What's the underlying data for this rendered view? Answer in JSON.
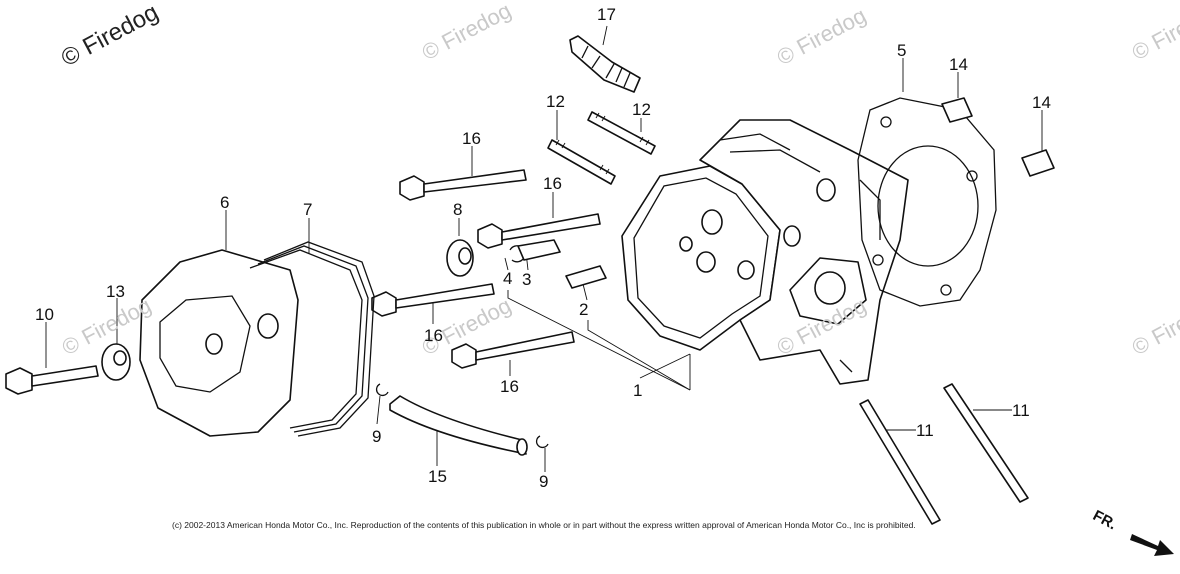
{
  "watermarks": {
    "main": "© Firedog",
    "repeat": "© Firedog"
  },
  "callouts": [
    {
      "id": "1",
      "label": "1"
    },
    {
      "id": "2",
      "label": "2"
    },
    {
      "id": "3",
      "label": "3"
    },
    {
      "id": "4",
      "label": "4"
    },
    {
      "id": "5",
      "label": "5"
    },
    {
      "id": "6",
      "label": "6"
    },
    {
      "id": "7",
      "label": "7"
    },
    {
      "id": "8",
      "label": "8"
    },
    {
      "id": "9a",
      "label": "9"
    },
    {
      "id": "9b",
      "label": "9"
    },
    {
      "id": "10",
      "label": "10"
    },
    {
      "id": "11a",
      "label": "11"
    },
    {
      "id": "11b",
      "label": "11"
    },
    {
      "id": "12a",
      "label": "12"
    },
    {
      "id": "12b",
      "label": "12"
    },
    {
      "id": "13",
      "label": "13"
    },
    {
      "id": "14a",
      "label": "14"
    },
    {
      "id": "14b",
      "label": "14"
    },
    {
      "id": "15",
      "label": "15"
    },
    {
      "id": "16a",
      "label": "16"
    },
    {
      "id": "16b",
      "label": "16"
    },
    {
      "id": "16c",
      "label": "16"
    },
    {
      "id": "16d",
      "label": "16"
    },
    {
      "id": "17",
      "label": "17"
    }
  ],
  "copyright": "(c) 2002-2013 American Honda Motor Co., Inc. Reproduction of the contents of this publication in whole or in part without the express written approval of American Honda Motor Co., Inc is prohibited.",
  "direction_marker": "FR."
}
